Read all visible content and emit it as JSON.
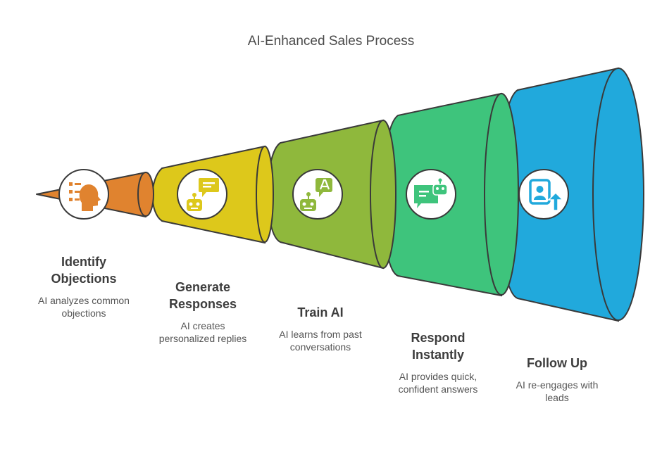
{
  "title": "AI-Enhanced Sales Process",
  "colors": {
    "outline": "#3a3a3a",
    "stage1": "#e0832f",
    "stage2": "#ddc81b",
    "stage3": "#8fb83c",
    "stage4": "#3ec47c",
    "stage5": "#21a9dc"
  },
  "steps": [
    {
      "title_line1": "Identify",
      "title_line2": "Objections",
      "desc_line1": "AI analyzes common",
      "desc_line2": "objections",
      "icon": "checklist-head-icon"
    },
    {
      "title_line1": "Generate",
      "title_line2": "Responses",
      "desc_line1": "AI creates",
      "desc_line2": "personalized replies",
      "icon": "robot-message-icon"
    },
    {
      "title_line1": "Train AI",
      "title_line2": "",
      "desc_line1": "AI learns from past",
      "desc_line2": "conversations",
      "icon": "robot-letter-bubble-icon"
    },
    {
      "title_line1": "Respond",
      "title_line2": "Instantly",
      "desc_line1": "AI provides quick,",
      "desc_line2": "confident answers",
      "icon": "robot-chat-icon"
    },
    {
      "title_line1": "Follow Up",
      "title_line2": "",
      "desc_line1": "AI re-engages with",
      "desc_line2": "leads",
      "icon": "profile-upload-icon"
    }
  ]
}
